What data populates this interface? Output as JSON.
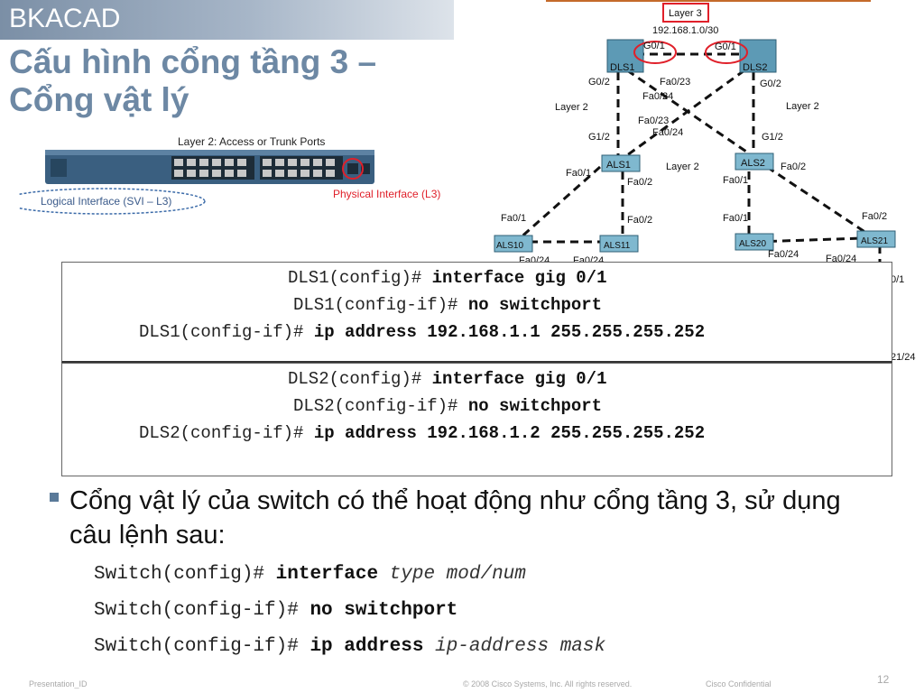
{
  "header": {
    "brand": "BKACAD"
  },
  "title": {
    "line1": "Cấu hình cổng tầng 3 –",
    "line2": "Cổng vật lý"
  },
  "switch_figure": {
    "top_label": "Layer 2: Access or Trunk Ports",
    "logical_label": "Logical Interface (SVI – L3)",
    "physical_label": "Physical Interface (L3)"
  },
  "topology": {
    "layer3_label": "Layer 3",
    "subnet": "192.168.1.0/30",
    "layer2_left": "Layer 2",
    "layer2_mid": "Layer 2",
    "layer2_right": "Layer 2",
    "devices": {
      "dls1": "DLS1",
      "dls2": "DLS2",
      "als1": "ALS1",
      "als2": "ALS2",
      "als10": "ALS10",
      "als11": "ALS11",
      "als20": "ALS20",
      "als21": "ALS21"
    },
    "ports": {
      "dls1_g01": "G0/1",
      "dls2_g01": "G0/1",
      "dls1_g02": "G0/2",
      "dls2_g02": "G0/2",
      "dls1_fa023": "Fa0/23",
      "dls1_fa024": "Fa0/24",
      "als1_fa023": "Fa0/23",
      "als1_fa024": "Fa0/24",
      "als1_g12": "G1/2",
      "als2_g12": "G1/2",
      "als1_fa01": "Fa0/1",
      "als1_fa02": "Fa0/2",
      "als2_fa02": "Fa0/2",
      "als2_fa01": "Fa0/1",
      "als10_fa01": "Fa0/1",
      "als11_fa02": "Fa0/2",
      "als20_fa01": "Fa0/1",
      "als21_fa02": "Fa0/2",
      "als10_fa024": "Fa0/24",
      "als11_fa024": "Fa0/24",
      "als20_fa024": "Fa0/24",
      "als21_fa024": "Fa0/24",
      "edge_01": "0/1",
      "edge_2124": "21/24"
    }
  },
  "config_dls1": [
    {
      "prompt": "DLS1(config)# ",
      "cmd": "interface gig 0/1"
    },
    {
      "prompt": "DLS1(config-if)# ",
      "cmd": "no switchport"
    },
    {
      "prompt": "DLS1(config-if)# ",
      "cmd": "ip address 192.168.1.1 255.255.255.252"
    }
  ],
  "config_dls2": [
    {
      "prompt": "DLS2(config)# ",
      "cmd": "interface gig 0/1"
    },
    {
      "prompt": "DLS2(config-if)# ",
      "cmd": "no switchport"
    },
    {
      "prompt": "DLS2(config-if)# ",
      "cmd": "ip address 192.168.1.2 255.255.255.252"
    }
  ],
  "bullet": {
    "text": "Cổng vật lý của switch có thể hoạt động như cổng tầng 3, sử dụng câu lệnh sau:"
  },
  "syntax": [
    {
      "prompt": "Switch(config)# ",
      "cmd": "interface",
      "arg": " type mod/num"
    },
    {
      "prompt": "Switch(config-if)# ",
      "cmd": "no switchport",
      "arg": ""
    },
    {
      "prompt": "Switch(config-if)# ",
      "cmd": "ip address",
      "arg": " ip-address mask"
    }
  ],
  "footer": {
    "left": "Presentation_ID",
    "copyright": "© 2008 Cisco Systems, Inc. All rights reserved.",
    "confidential": "Cisco Confidential",
    "page": "12"
  },
  "colors": {
    "title": "#6d88a4",
    "highlight": "#e0202a",
    "bullet": "#5a7a99"
  }
}
